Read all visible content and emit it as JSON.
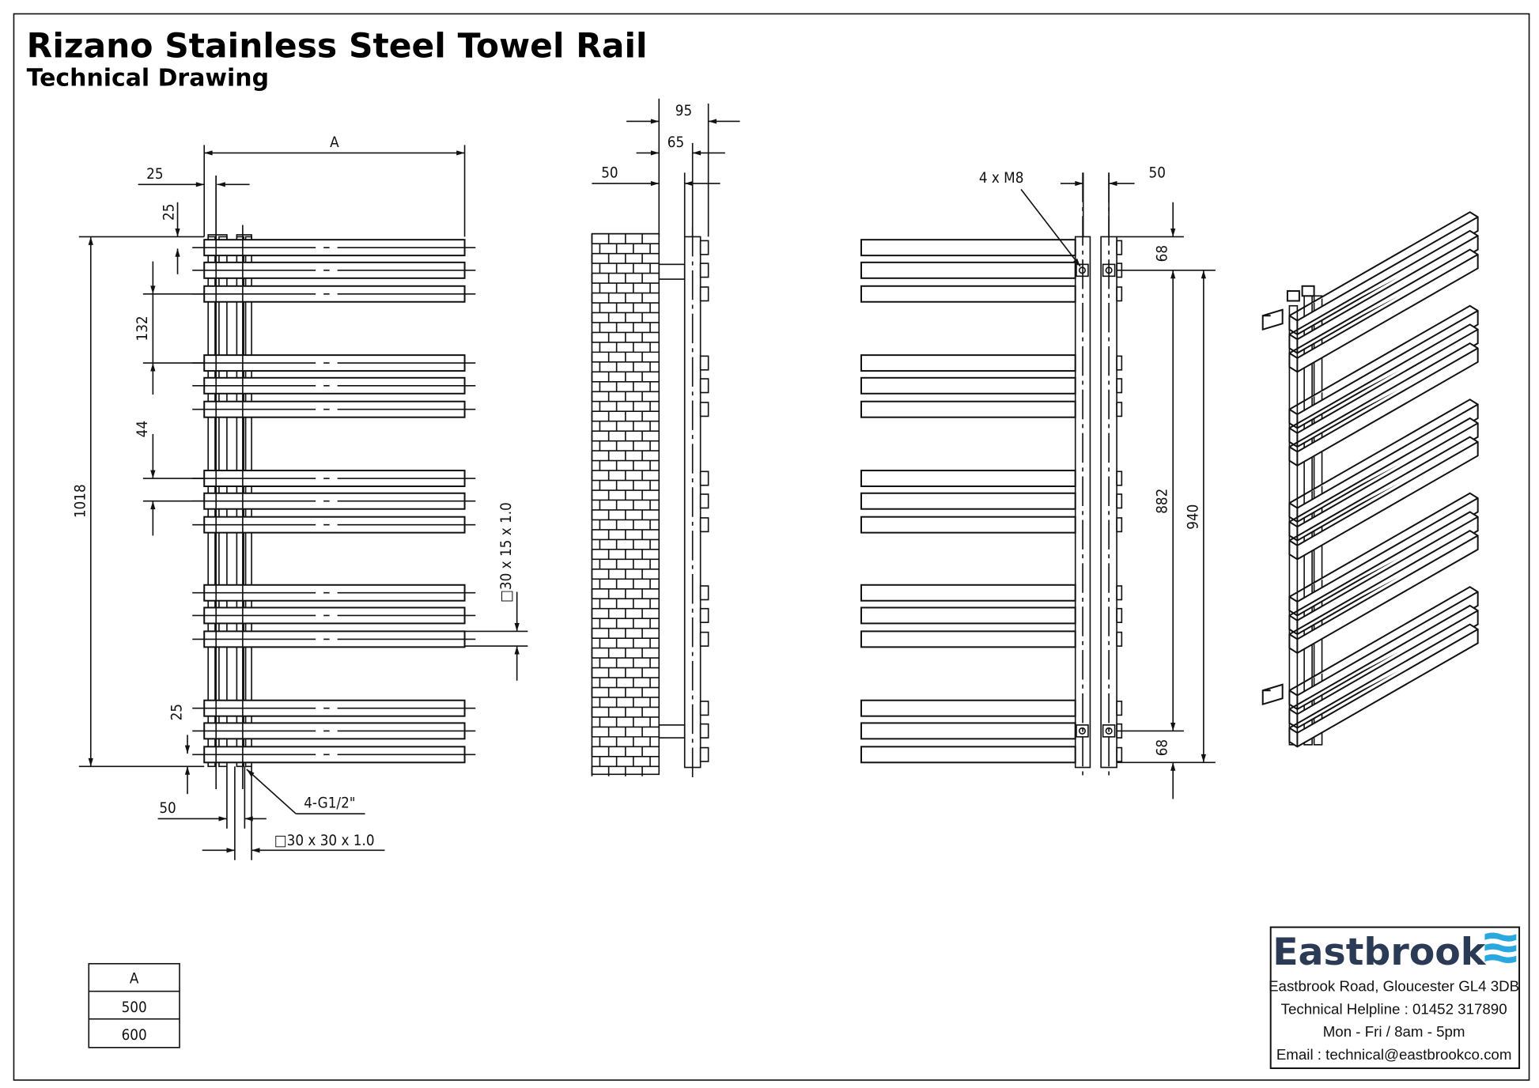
{
  "title": "Rizano Stainless Steel Towel Rail",
  "subtitle": "Technical Drawing",
  "front_view": {
    "dim_width": "A",
    "dim_tube_offset": "25",
    "dim_top_offset": "25",
    "dim_group_spacing": "132",
    "dim_bar_spacing": "44",
    "dim_height": "1018",
    "dim_bar_profile": "□30 x 15 x 1.0",
    "dim_bottom_offset": "25",
    "dim_inlet_spacing": "50",
    "label_inlets": "4-G1/2\"",
    "dim_column_profile": "□30 x 30 x 1.0"
  },
  "side_view": {
    "dim_total_depth": "95",
    "dim_depth_65": "65",
    "dim_wall_gap": "50"
  },
  "rear_view": {
    "label_bolts": "4 x M8",
    "dim_column_spacing": "50",
    "dim_top_bracket": "68",
    "dim_bracket_spacing": "882",
    "dim_overall": "940",
    "dim_bottom_bracket": "68"
  },
  "size_table": {
    "header": "A",
    "rows": [
      "500",
      "600"
    ]
  },
  "company": {
    "name": "Eastbrook",
    "address": "Eastbrook Road, Gloucester GL4 3DB",
    "helpline": "Technical Helpline : 01452 317890",
    "hours": "Mon - Fri / 8am - 5pm",
    "email": "Email : technical@eastbrookco.com",
    "brand_color": "#2b3a55",
    "logo_accent": "#29a8e0"
  }
}
